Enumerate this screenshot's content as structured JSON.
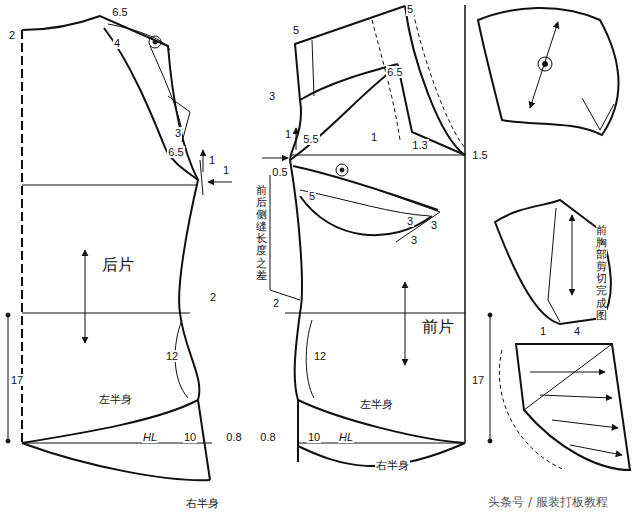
{
  "diagram": {
    "labels": [
      "6.5",
      "2",
      "4",
      "3",
      "6.5",
      "1",
      "1",
      "后片",
      "2",
      "17",
      "12",
      "左半身",
      "HL",
      "10",
      "0.8",
      "右半身",
      "5",
      "5",
      "6.5",
      "3",
      "1",
      "1.3",
      "5.5",
      "1",
      "0.5",
      "1.5",
      "5",
      "3",
      "3",
      "3",
      "前后侧缝长度之差",
      "2",
      "前片",
      "12",
      "17",
      "左半身",
      "0.8",
      "10",
      "HL",
      "右半身",
      "前胸部剪切完成图",
      "1",
      "4",
      "头条号 / 服装打板教程"
    ]
  }
}
